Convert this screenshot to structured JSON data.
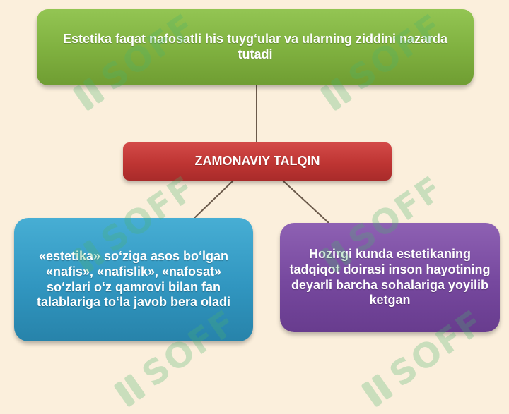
{
  "diagram": {
    "top_box": {
      "text": "Estetika faqat nafosatli his tuyg‘ular va ularning ziddini nazarda tutadi"
    },
    "center_box": {
      "text": "ZAMONAVIY TALQIN"
    },
    "left_box": {
      "text": "«estetika» so‘ziga asos bo‘lgan «nafis», «nafislik», «nafosat» so‘zlari o‘z qamrovi bilan fan talablariga to‘la javob bera oladi"
    },
    "right_box": {
      "text": "Hozirgi kunda estetikaning tadqiqot doirasi inson hayotining deyarli barcha sohalariga yoyilib ketgan"
    },
    "colors": {
      "background": "#fbefdc",
      "top_box": "#7fb03f",
      "center_box": "#be3533",
      "left_box": "#3196c0",
      "right_box": "#76489e",
      "connector": "#6b5a4b"
    }
  },
  "watermark": {
    "text": "SOFF"
  }
}
